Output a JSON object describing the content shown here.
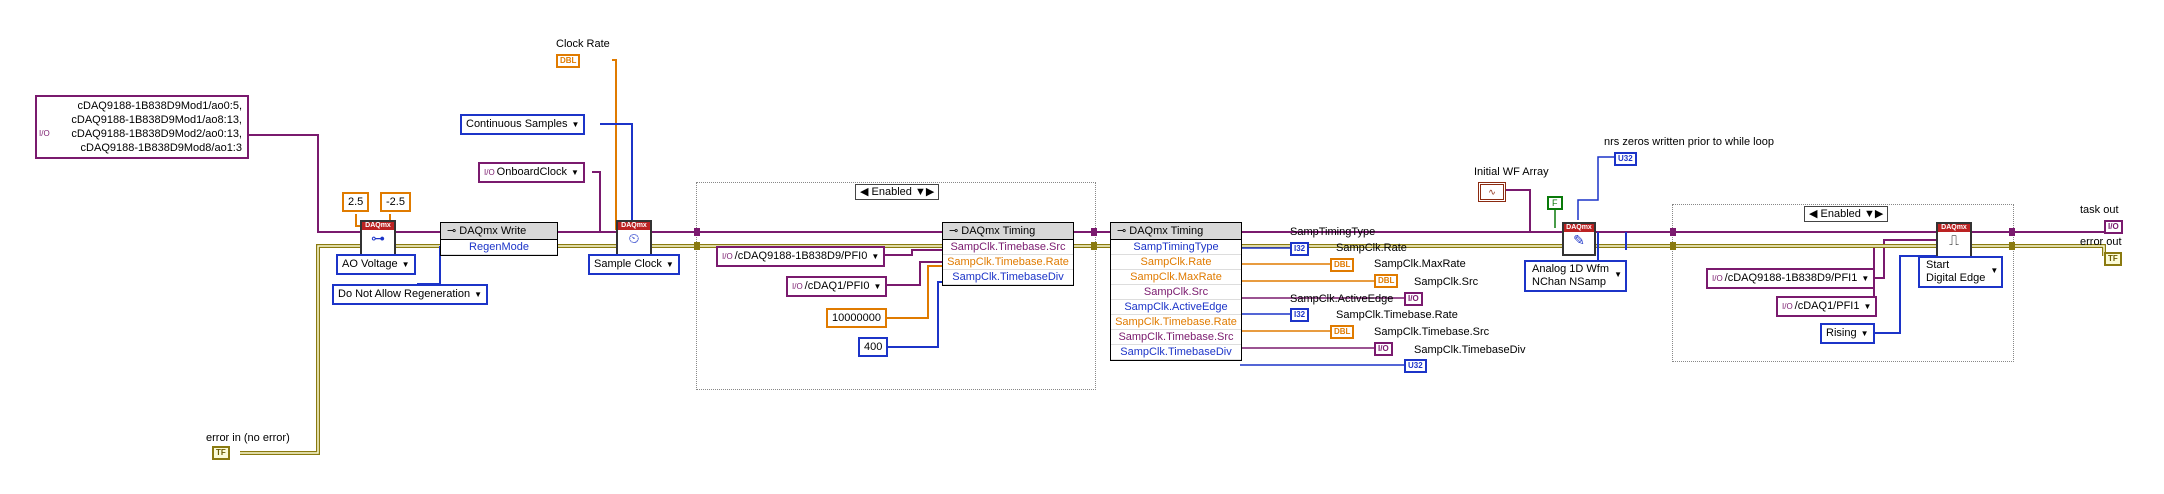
{
  "channels": {
    "lines": [
      "cDAQ9188-1B838D9Mod1/ao0:5,",
      "cDAQ9188-1B838D9Mod1/ao8:13,",
      "cDAQ9188-1B838D9Mod2/ao0:13,",
      "cDAQ9188-1B838D9Mod8/ao1:3"
    ]
  },
  "constants": {
    "max_val": "2.5",
    "min_val": "-2.5",
    "samples_per_chan": "10000000",
    "timebase_div": "400",
    "f_const": "F"
  },
  "rings": {
    "ao_voltage": "AO Voltage",
    "regen": "Do Not Allow Regeneration",
    "continuous": "Continuous Samples",
    "onboard_clock": "OnboardClock",
    "sample_clock": "Sample Clock",
    "pfi0_full": "/cDAQ9188-1B838D9/PFI0",
    "pfi0_short": "/cDAQ1/PFI0",
    "pfi1_full": "/cDAQ9188-1B838D9/PFI1",
    "pfi1_short": "/cDAQ1/PFI1",
    "rising": "Rising",
    "start_digital_edge_1": "Start",
    "start_digital_edge_2": "Digital Edge",
    "analog_wfm_1": "Analog 1D Wfm",
    "analog_wfm_2": "NChan NSamp"
  },
  "labels": {
    "clock_rate": "Clock Rate",
    "error_in": "error in (no error)",
    "task_out": "task out",
    "error_out": "error out",
    "initial_wf": "Initial WF Array",
    "nrs_zeros": "nrs zeros written prior to while loop",
    "samp_timing_type": "SampTimingType",
    "samp_clk_rate": "SampClk.Rate",
    "samp_clk_maxrate": "SampClk.MaxRate",
    "samp_clk_src": "SampClk.Src",
    "samp_clk_activeedge": "SampClk.ActiveEdge",
    "samp_clk_tb_rate": "SampClk.Timebase.Rate",
    "samp_clk_tb_src": "SampClk.Timebase.Src",
    "samp_clk_tb_div": "SampClk.TimebaseDiv"
  },
  "terminals": {
    "dbl": "DBL",
    "u32": "U32",
    "i32": "I32",
    "io": "I/O",
    "err": "TF"
  },
  "cases": {
    "case1": "Enabled",
    "case2": "Enabled"
  },
  "nodes": {
    "write_title": "DAQmx Write",
    "write_row": "RegenMode",
    "timing1_title": "DAQmx Timing",
    "timing1_rows": [
      "SampClk.Timebase.Src",
      "SampClk.Timebase.Rate",
      "SampClk.TimebaseDiv"
    ],
    "timing2_title": "DAQmx Timing",
    "timing2_rows": [
      "SampTimingType",
      "SampClk.Rate",
      "SampClk.MaxRate",
      "SampClk.Src",
      "SampClk.ActiveEdge",
      "SampClk.Timebase.Rate",
      "SampClk.Timebase.Src",
      "SampClk.TimebaseDiv"
    ]
  },
  "vi": {
    "header": "DAQmx"
  },
  "colors": {
    "task_wire": "#7a1a6e",
    "error_wire": "#8a7a10",
    "dbl_wire": "#e07b00",
    "int_wire": "#1c34c8"
  }
}
